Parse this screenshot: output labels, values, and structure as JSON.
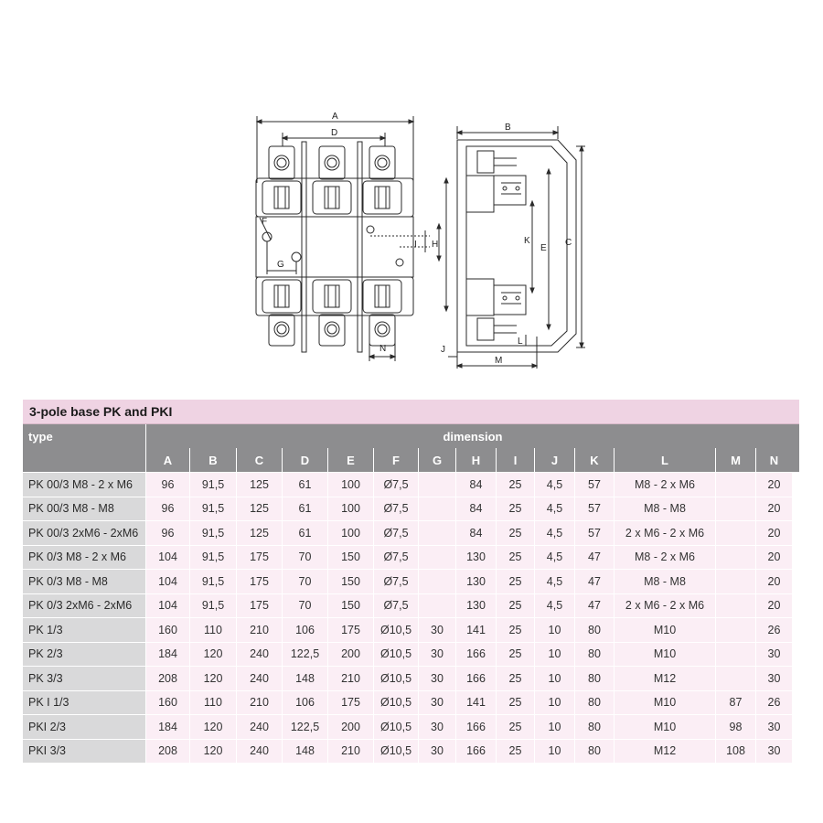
{
  "drawing": {
    "labels": {
      "A": "A",
      "D": "D",
      "F": "F",
      "G": "G",
      "N": "N",
      "I": "I",
      "H": "H",
      "B": "B",
      "C": "C",
      "E": "E",
      "K": "K",
      "J": "J",
      "M": "M",
      "L": "L"
    }
  },
  "table": {
    "title": "3-pole base PK and PKI",
    "type_header": "type",
    "dimension_header": "dimension",
    "columns": [
      "A",
      "B",
      "C",
      "D",
      "E",
      "F",
      "G",
      "H",
      "I",
      "J",
      "K",
      "L",
      "M",
      "N"
    ],
    "rows": [
      {
        "type": "PK 00/3 M8 - 2 x M6",
        "A": "96",
        "B": "91,5",
        "C": "125",
        "D": "61",
        "E": "100",
        "F": "Ø7,5",
        "G": "",
        "H": "84",
        "I": "25",
        "J": "4,5",
        "K": "57",
        "L": "M8 - 2 x M6",
        "M": "",
        "N": "20"
      },
      {
        "type": "PK 00/3 M8 - M8",
        "A": "96",
        "B": "91,5",
        "C": "125",
        "D": "61",
        "E": "100",
        "F": "Ø7,5",
        "G": "",
        "H": "84",
        "I": "25",
        "J": "4,5",
        "K": "57",
        "L": "M8 - M8",
        "M": "",
        "N": "20"
      },
      {
        "type": "PK 00/3 2xM6 - 2xM6",
        "A": "96",
        "B": "91,5",
        "C": "125",
        "D": "61",
        "E": "100",
        "F": "Ø7,5",
        "G": "",
        "H": "84",
        "I": "25",
        "J": "4,5",
        "K": "57",
        "L": "2 x M6 - 2 x M6",
        "M": "",
        "N": "20"
      },
      {
        "type": "PK 0/3 M8 - 2 x M6",
        "A": "104",
        "B": "91,5",
        "C": "175",
        "D": "70",
        "E": "150",
        "F": "Ø7,5",
        "G": "",
        "H": "130",
        "I": "25",
        "J": "4,5",
        "K": "47",
        "L": "M8 - 2 x M6",
        "M": "",
        "N": "20"
      },
      {
        "type": "PK 0/3 M8 - M8",
        "A": "104",
        "B": "91,5",
        "C": "175",
        "D": "70",
        "E": "150",
        "F": "Ø7,5",
        "G": "",
        "H": "130",
        "I": "25",
        "J": "4,5",
        "K": "47",
        "L": "M8 - M8",
        "M": "",
        "N": "20"
      },
      {
        "type": "PK 0/3 2xM6 - 2xM6",
        "A": "104",
        "B": "91,5",
        "C": "175",
        "D": "70",
        "E": "150",
        "F": "Ø7,5",
        "G": "",
        "H": "130",
        "I": "25",
        "J": "4,5",
        "K": "47",
        "L": "2 x M6 - 2 x M6",
        "M": "",
        "N": "20"
      },
      {
        "type": "PK 1/3",
        "A": "160",
        "B": "110",
        "C": "210",
        "D": "106",
        "E": "175",
        "F": "Ø10,5",
        "G": "30",
        "H": "141",
        "I": "25",
        "J": "10",
        "K": "80",
        "L": "M10",
        "M": "",
        "N": "26"
      },
      {
        "type": "PK 2/3",
        "A": "184",
        "B": "120",
        "C": "240",
        "D": "122,5",
        "E": "200",
        "F": "Ø10,5",
        "G": "30",
        "H": "166",
        "I": "25",
        "J": "10",
        "K": "80",
        "L": "M10",
        "M": "",
        "N": "30"
      },
      {
        "type": "PK 3/3",
        "A": "208",
        "B": "120",
        "C": "240",
        "D": "148",
        "E": "210",
        "F": "Ø10,5",
        "G": "30",
        "H": "166",
        "I": "25",
        "J": "10",
        "K": "80",
        "L": "M12",
        "M": "",
        "N": "30"
      },
      {
        "type": "PK I 1/3",
        "A": "160",
        "B": "110",
        "C": "210",
        "D": "106",
        "E": "175",
        "F": "Ø10,5",
        "G": "30",
        "H": "141",
        "I": "25",
        "J": "10",
        "K": "80",
        "L": "M10",
        "M": "87",
        "N": "26"
      },
      {
        "type": "PKI 2/3",
        "A": "184",
        "B": "120",
        "C": "240",
        "D": "122,5",
        "E": "200",
        "F": "Ø10,5",
        "G": "30",
        "H": "166",
        "I": "25",
        "J": "10",
        "K": "80",
        "L": "M10",
        "M": "98",
        "N": "30"
      },
      {
        "type": "PKI 3/3",
        "A": "208",
        "B": "120",
        "C": "240",
        "D": "148",
        "E": "210",
        "F": "Ø10,5",
        "G": "30",
        "H": "166",
        "I": "25",
        "J": "10",
        "K": "80",
        "L": "M12",
        "M": "108",
        "N": "30"
      }
    ]
  }
}
